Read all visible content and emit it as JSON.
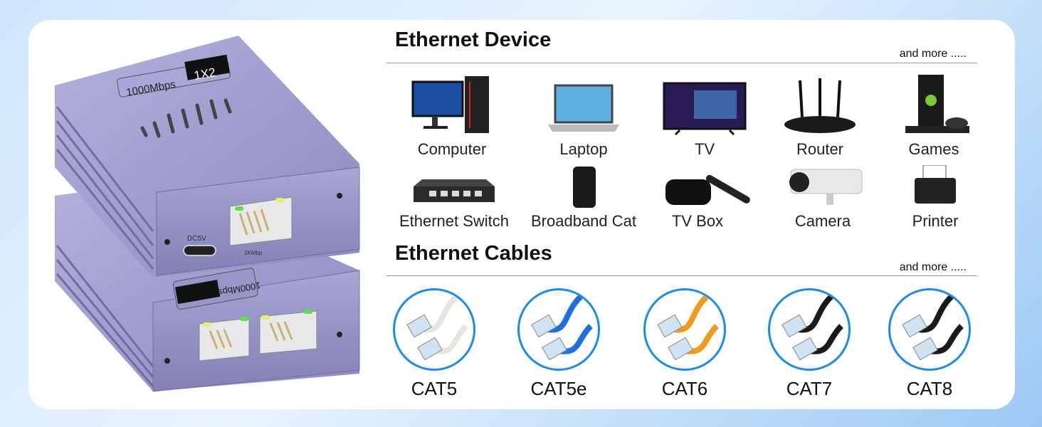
{
  "product": {
    "label_speed": "1000Mbps",
    "label_ports": "1X2",
    "power_label": "DC5V",
    "port_label": "1KMbp"
  },
  "devices_section": {
    "title": "Ethernet Device",
    "more": "and more .....",
    "items": [
      {
        "label": "Computer",
        "icon": "computer-icon"
      },
      {
        "label": "Laptop",
        "icon": "laptop-icon"
      },
      {
        "label": "TV",
        "icon": "tv-icon"
      },
      {
        "label": "Router",
        "icon": "router-icon"
      },
      {
        "label": "Games",
        "icon": "game-console-icon"
      },
      {
        "label": "Ethernet Switch",
        "icon": "switch-icon"
      },
      {
        "label": "Broadband Cat",
        "icon": "modem-icon"
      },
      {
        "label": "TV Box",
        "icon": "tv-box-icon"
      },
      {
        "label": "Camera",
        "icon": "camera-icon"
      },
      {
        "label": "Printer",
        "icon": "printer-icon"
      }
    ]
  },
  "cables_section": {
    "title": "Ethernet Cables",
    "more": "and more .....",
    "items": [
      {
        "label": "CAT5",
        "color": "#e6e6e0"
      },
      {
        "label": "CAT5e",
        "color": "#1f6fe0"
      },
      {
        "label": "CAT6",
        "color": "#f39a1a"
      },
      {
        "label": "CAT7",
        "color": "#1a1a1a"
      },
      {
        "label": "CAT8",
        "color": "#1a1a1a"
      }
    ]
  },
  "colors": {
    "accent": "#1a8cf0",
    "device": "#9a98c8"
  }
}
